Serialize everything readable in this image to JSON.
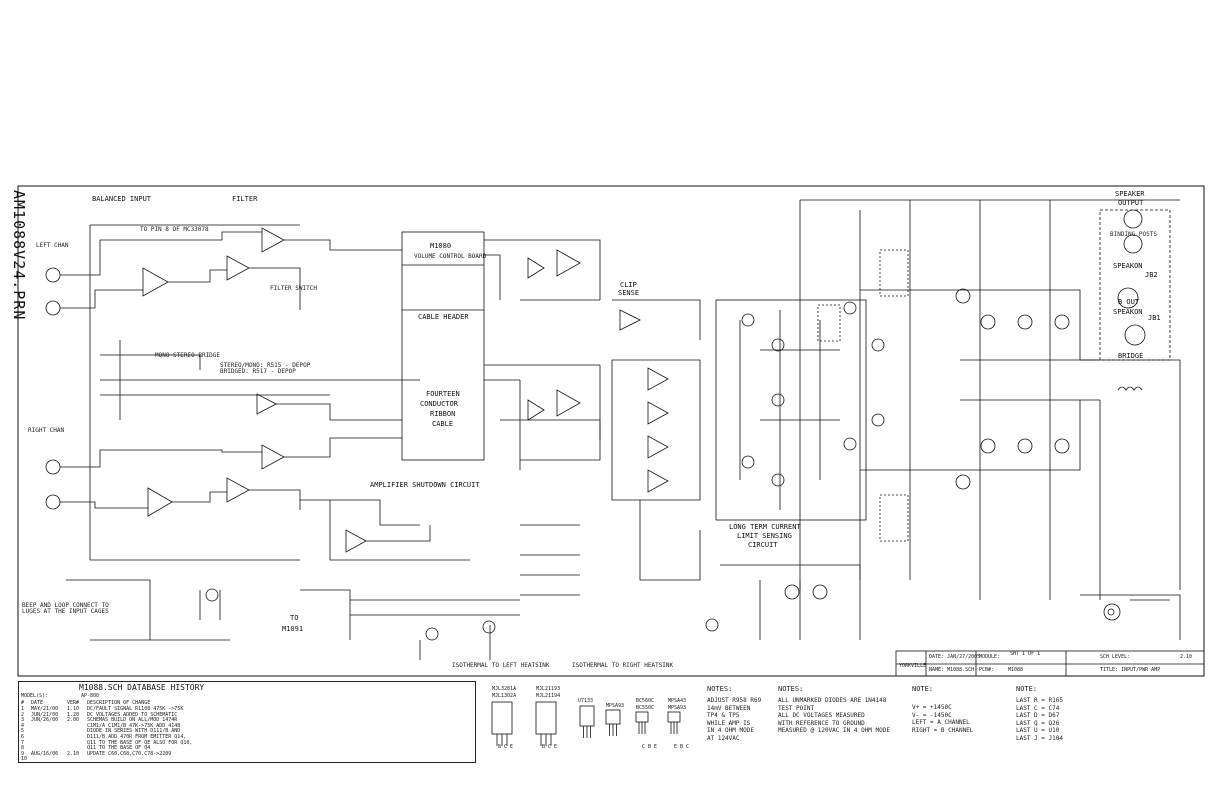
{
  "sheet_title": "AM1088V24.PRN",
  "sections": {
    "balanced_input": "BALANCED INPUT",
    "filter": "FILTER",
    "left_chan": "LEFT CHAN",
    "right_chan": "RIGHT CHAN",
    "m1080": "M1080",
    "volume_control_board": "VOLUME CONTROL BOARD",
    "cable_header": "CABLE HEADER",
    "fourteen_line1": "FOURTEEN",
    "fourteen_line2": "CONDUCTOR",
    "fourteen_line3": "RIBBON",
    "fourteen_line4": "CABLE",
    "shutdown": "AMPLIFIER SHUTDOWN CIRCUIT",
    "clip_sense_1": "CLIP",
    "clip_sense_2": "SENSE",
    "long_term_1": "LONG TERM CURRENT",
    "long_term_2": "LIMIT SENSING",
    "long_term_3": "CIRCUIT",
    "speaker_output_1": "SPEAKER",
    "speaker_output_2": "OUTPUT",
    "binding_posts": "BINDING POSTS",
    "speakon": "SPEAKON",
    "jb2": "JB2",
    "b_out": "B OUT",
    "speakon2": "SPEAKON",
    "jb1": "JB1",
    "bridge": "BRIDGE",
    "to_m1091": "TO",
    "m1091": "M1091",
    "isothermal_left": "ISOTHERMAL TO LEFT HEATSINK",
    "isothermal_right": "ISOTHERMAL TO RIGHT HEATSINK",
    "mono_stereo_bridge": "MONO-STEREO-BRIDGE",
    "stereo_note": "STEREO/MONO: R515 - DEPOP",
    "bridge_note": "BRIDGED: R517 - DEPOP",
    "to_pin": "TO PIN 8 OF MC33078",
    "filter_switch": "FILTER SWITCH",
    "beep_note_1": "BEEP AND LOOP CONNECT TO",
    "beep_note_2": "LUGES AT THE INPUT CAGES"
  },
  "db_history": {
    "title": "M1088.SCH DATABASE HISTORY",
    "models_label": "MODEL(S):",
    "models_value": "AP-800",
    "headers": [
      "#",
      "DATE",
      "VER#",
      "DESCRIPTION OF CHANGE"
    ],
    "rows": [
      [
        "1",
        "MAY/21/00",
        "1.10",
        "DC/FAULT SIGNAL R1108 475K ->75K"
      ],
      [
        "2",
        "JUN/21/00",
        "1.20",
        "DC VOLTAGES ADDED TO SCHEMATIC"
      ],
      [
        "3",
        "JUN/26/00",
        "2.00",
        "SCHEMAS BUILD ON ALL/MOD 1474R"
      ],
      [
        "4",
        "",
        "",
        "C1M1/A C1M1/B 47K->75K ADD 4148"
      ],
      [
        "5",
        "",
        "",
        "DIODE IN SERIES WITH D111/B AND"
      ],
      [
        "6",
        "",
        "",
        "D111/B ADD 470R FROM EMITTER Q14,"
      ],
      [
        "7",
        "",
        "",
        "Q11 TO THE BASE OF QE ALSO FOR Q10,"
      ],
      [
        "8",
        "",
        "",
        "Q11 TO THE BASE OF Q4"
      ],
      [
        "9",
        "AUG/16/06",
        "2.10",
        "UPDATE C60,C68,C70,C78->2209"
      ],
      [
        "10",
        "",
        "",
        ""
      ]
    ]
  },
  "packages": [
    {
      "name": "MJL3281A",
      "pins": "B C E"
    },
    {
      "name": "MJL1302A",
      "pins": "B C E"
    },
    {
      "name": "MJL21193",
      "pins": "B C E"
    },
    {
      "name": "MJL21194",
      "pins": "B C E"
    },
    {
      "name": "U7133",
      "pins": ""
    },
    {
      "name": "MPSA93",
      "pins": ""
    },
    {
      "name": "BC560C",
      "pins": "C B E"
    },
    {
      "name": "BC550C",
      "pins": "C B E"
    },
    {
      "name": "MPSA43",
      "pins": "E B C"
    },
    {
      "name": "MPSA93",
      "pins": "E B C"
    }
  ],
  "notes": {
    "n1_title": "NOTES:",
    "n1_lines": [
      "ADJUST R958 R69",
      "14mV BETWEEN",
      "TP4 & TP5",
      "WHILE AMP IS",
      "IN 4 OHM MODE",
      "AT 124VAC"
    ],
    "n2_title": "NOTES:",
    "n2_lines": [
      "ALL UNMARKED DIODES ARE 1N4148",
      "TEST POINT",
      "ALL DC VOLTAGES MEASURED",
      "WITH REFERENCE TO GROUND",
      "MEASURED @ 120VAC IN 4 OHM MODE"
    ],
    "n3_title": "NOTE:",
    "n3_lines": [
      "V+ = +1450C",
      "V- = -1450C",
      "LEFT  = A CHANNEL",
      "RIGHT = B CHANNEL"
    ],
    "n4_title": "NOTE:",
    "n4_lines": [
      "LAST  R = R165",
      "LAST  C = C74",
      "LAST  D = D67",
      "LAST  Q = Q26",
      "LAST  U = U10",
      "LAST  J = J104"
    ]
  },
  "title_block": {
    "company": "YORKVILLE",
    "date": "DATE: JAN/27/2005",
    "module": "MODULE:",
    "sheet": "SHT 1 OF 1",
    "name_label": "NAME: M1088.SCH",
    "pcb_label": "PCB#:",
    "pcb_value": "M1088",
    "sch_level": "SCH LEVEL:",
    "level_value": "2.10",
    "title": "TITLE: INPUT/PWR AMP"
  }
}
